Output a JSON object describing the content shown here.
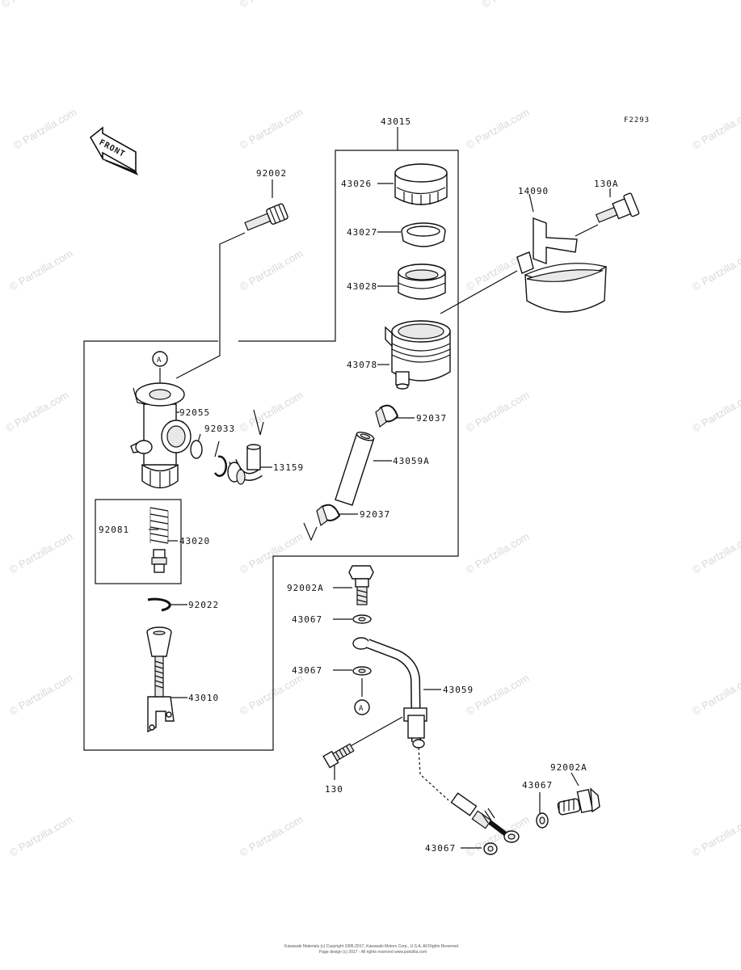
{
  "diagram_code": "F2293",
  "front_label": "FRONT",
  "ref_marker": "A",
  "watermark": "© Partzilla.com",
  "footer_line1": "Kawasaki Materials (c) Copyright 1995-2017, Kawasaki Motors Corp., U.S.A. All Rights Reserved.",
  "footer_line2": "Page design (c) 2017 - All rights reserved www.partzilla.com",
  "parts": {
    "p43015": "43015",
    "p92002": "92002",
    "p43026": "43026",
    "p43027": "43027",
    "p43028": "43028",
    "p43078": "43078",
    "p14090": "14090",
    "p130A": "130A",
    "p92055": "92055",
    "p92033": "92033",
    "p13159": "13159",
    "p92037a": "92037",
    "p43059A": "43059A",
    "p92037b": "92037",
    "p92081": "92081",
    "p43020": "43020",
    "p92022": "92022",
    "p43010": "43010",
    "p92002A_top": "92002A",
    "p43067_a": "43067",
    "p43067_b": "43067",
    "p43059": "43059",
    "p130": "130",
    "p92002A_bot": "92002A",
    "p43067_c": "43067",
    "p43067_d": "43067"
  }
}
